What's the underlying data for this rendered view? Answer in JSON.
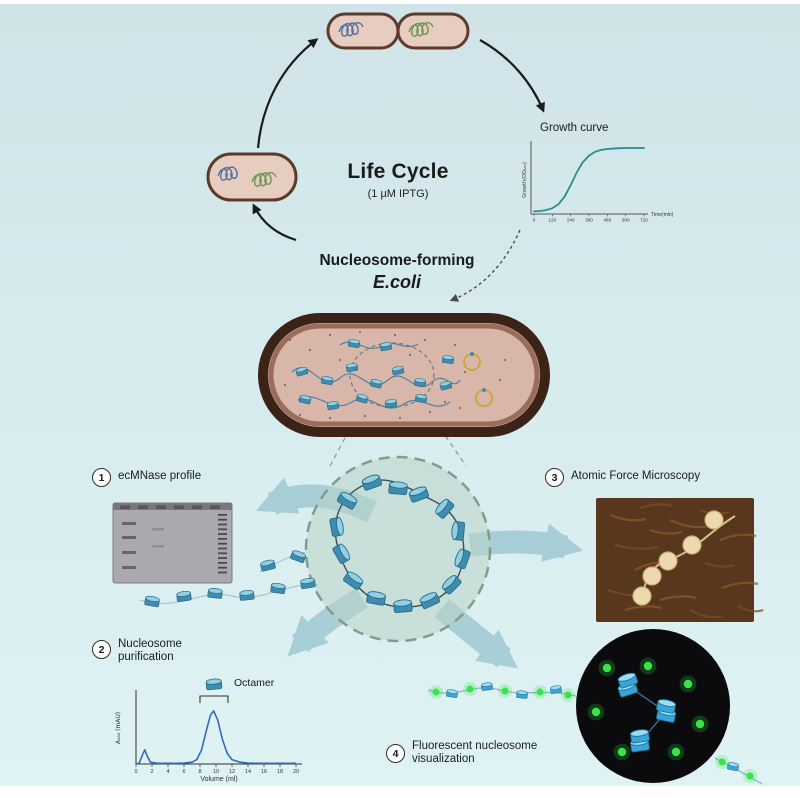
{
  "top_cycle": {
    "title": "Life Cycle",
    "subtitle": "(1 µM IPTG)",
    "growth_curve_label": "Growth curve"
  },
  "center": {
    "line1": "Nucleosome-forming",
    "line2": "E.coli"
  },
  "steps": [
    {
      "number": "1",
      "label": "ecMNase profile"
    },
    {
      "number": "2",
      "label": "Nucleosome purification"
    },
    {
      "number": "3",
      "label": "Atomic Force Microscopy"
    },
    {
      "number": "4",
      "label": "Fluorescent nucleosome visualization"
    }
  ],
  "growth_plot": {
    "ylabel": "Growth(OD₆₀₀)",
    "xlabel": "Time(min)"
  },
  "chromatogram": {
    "ylabel": "A₂₆₀ (mAU)",
    "xlabel": "Volume (ml)",
    "annotation": "Octamer"
  },
  "colors": {
    "accent_teal": "#9fc9d3",
    "nucleosome_blue": "#3f8cae",
    "growth_curve": "#2e8b8f",
    "chromatogram_line": "#2f6db5",
    "fluorescent_green": "#38e44a"
  },
  "chart_data": [
    {
      "id": "growth_curve",
      "type": "line",
      "title": "Growth curve",
      "xlabel": "Time(min)",
      "ylabel": "Growth(OD600)",
      "x": [
        0,
        40,
        80,
        120,
        160,
        200,
        240,
        280,
        320,
        360,
        400,
        440,
        480,
        540,
        600,
        660,
        720
      ],
      "y": [
        0.01,
        0.015,
        0.03,
        0.06,
        0.12,
        0.24,
        0.42,
        0.62,
        0.78,
        0.88,
        0.94,
        0.97,
        0.985,
        0.995,
        1,
        1,
        1
      ],
      "xticks": [
        0,
        120,
        240,
        360,
        480,
        600,
        720
      ],
      "xlim": [
        0,
        720
      ],
      "ylim": [
        0,
        1.05
      ],
      "color": "#2e8b8f"
    },
    {
      "id": "chromatogram",
      "type": "line",
      "title": "Nucleosome purification chromatogram",
      "xlabel": "Volume (ml)",
      "ylabel": "A260 (mAU)",
      "annotation": "Octamer",
      "x": [
        0,
        0.4,
        0.8,
        1.1,
        1.4,
        1.8,
        2.5,
        3,
        4,
        5,
        6,
        7,
        7.6,
        8.2,
        8.8,
        9.3,
        9.7,
        10.2,
        10.8,
        11.4,
        12,
        13,
        14,
        16,
        18,
        20
      ],
      "y": [
        0,
        1,
        10,
        16,
        9,
        2,
        1,
        0.8,
        0.8,
        0.8,
        1,
        2,
        5,
        16,
        38,
        55,
        60,
        50,
        28,
        12,
        5,
        2,
        1,
        0.8,
        0.8,
        0.8
      ],
      "xticks": [
        0,
        2,
        4,
        6,
        8,
        10,
        12,
        14,
        16,
        18,
        20
      ],
      "xlim": [
        0,
        20
      ],
      "ylim": [
        0,
        70
      ],
      "color": "#2f6db5"
    }
  ]
}
